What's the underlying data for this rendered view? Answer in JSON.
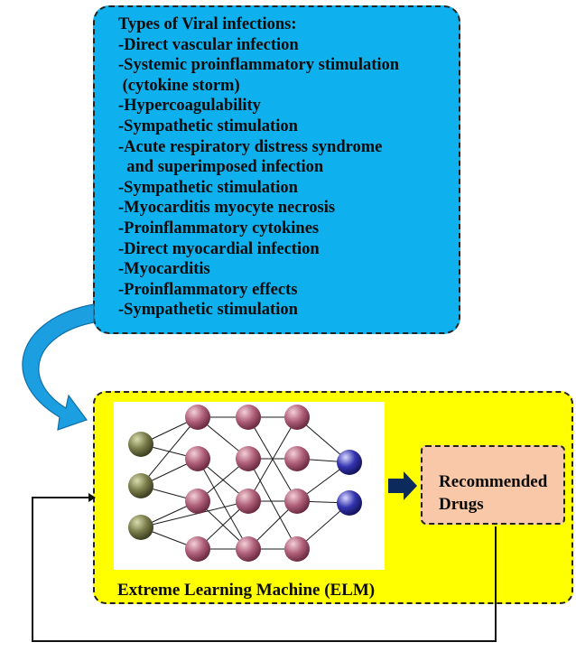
{
  "types_box": {
    "title": "Types of Viral infections:",
    "items": [
      "-Direct vascular infection",
      "-Systemic proinflammatory stimulation",
      " (cytokine storm)",
      "-Hypercoagulability",
      "-Sympathetic stimulation",
      "-Acute respiratory distress syndrome",
      "  and superimposed infection",
      "-Sympathetic stimulation",
      "-Myocarditis myocyte necrosis",
      "-Proinflammatory cytokines",
      "-Direct myocardial infection",
      "-Myocarditis",
      "-Proinflammatory effects",
      "-Sympathetic stimulation"
    ]
  },
  "elm_box": {
    "label": "Extreme Learning Machine (ELM)"
  },
  "output_box": {
    "label": "Recommended\nDrugs"
  },
  "colors": {
    "types_fill": "#0fb0ee",
    "elm_fill": "#ffff00",
    "output_fill": "#f8c8a8",
    "input_node": "#7a7d4a",
    "hidden_node": "#b0607a",
    "output_node": "#3434b0",
    "arrow_fill": "#1b9fe0",
    "arrow_dark": "#0d2a5c"
  }
}
